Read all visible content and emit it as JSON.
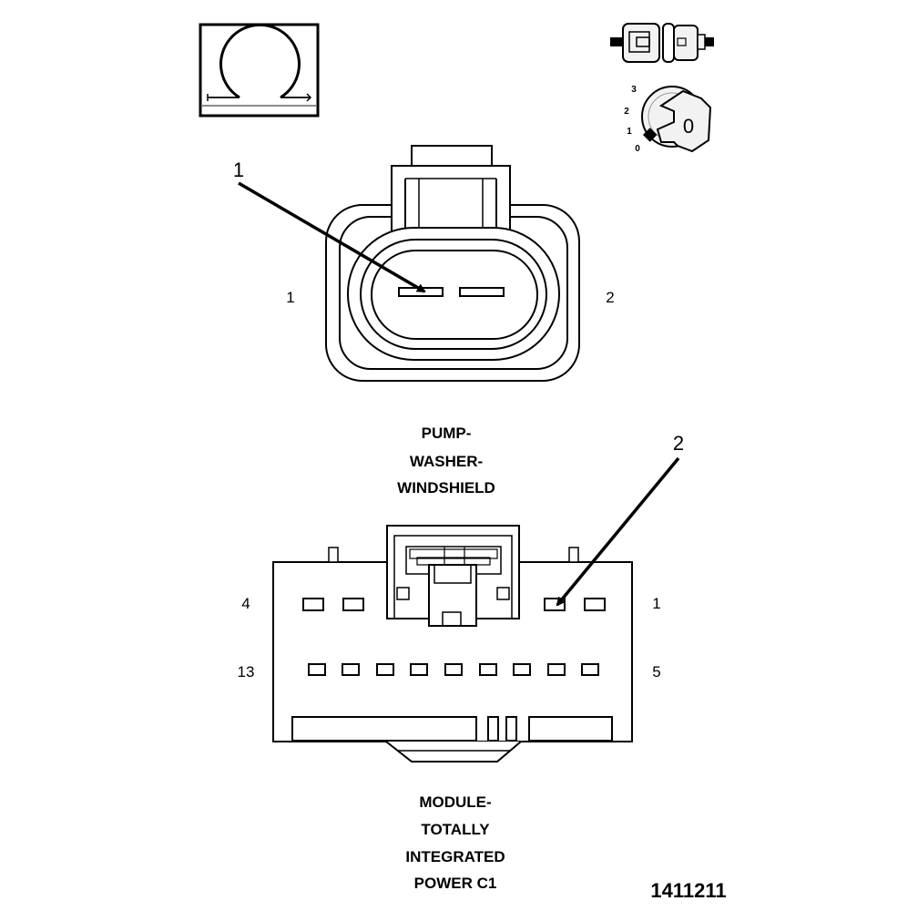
{
  "callouts": {
    "one": "1",
    "two": "2"
  },
  "connector_top": {
    "pin_left": "1",
    "pin_right": "2",
    "name_lines": [
      "PUMP-",
      "WASHER-",
      "WINDSHIELD"
    ]
  },
  "connector_bottom": {
    "pin_top_left": "4",
    "pin_top_right": "1",
    "pin_bottom_left": "13",
    "pin_bottom_right": "5",
    "name_lines": [
      "MODULE-",
      "TOTALLY",
      "INTEGRATED",
      "POWER C1"
    ]
  },
  "ignition_switch": {
    "positions": [
      "3",
      "2",
      "1",
      "0"
    ],
    "key_label": "0"
  },
  "icons": {
    "meter": "ohmmeter-icon",
    "connector": "disconnected-connector-icon",
    "ignition": "ignition-key-icon"
  },
  "figure_number": "1411211"
}
